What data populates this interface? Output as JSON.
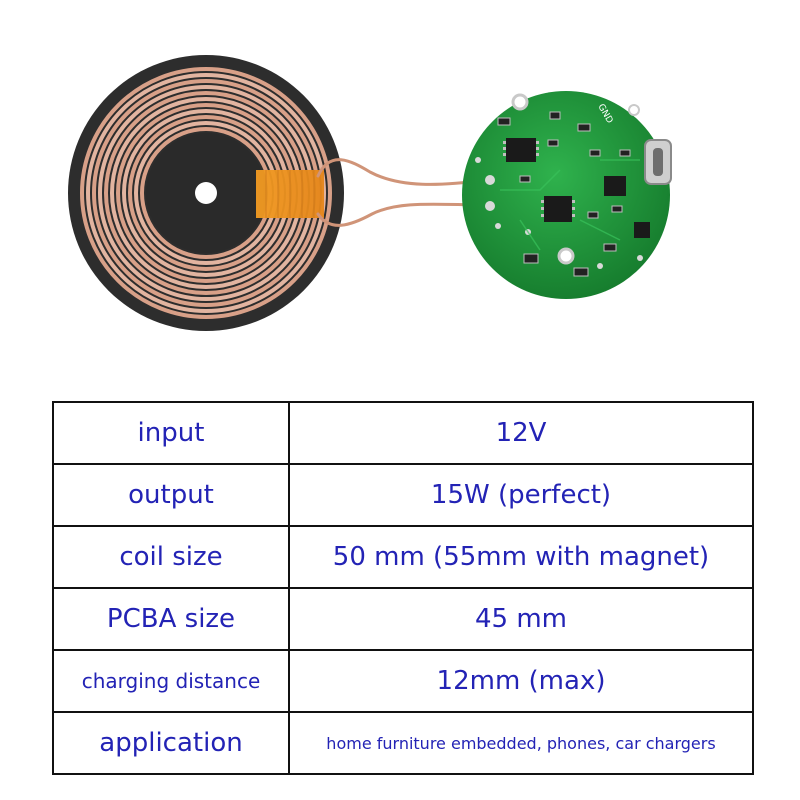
{
  "product": {
    "pcb_labels": {
      "gnd": "GND"
    }
  },
  "specs": {
    "rows": [
      {
        "label": "input",
        "value": "12V"
      },
      {
        "label": "output",
        "value": "15W (perfect)"
      },
      {
        "label": "coil size",
        "value": "50 mm (55mm with magnet)"
      },
      {
        "label": "PCBA size",
        "value": "45 mm"
      },
      {
        "label": "charging distance",
        "value": "12mm (max)"
      },
      {
        "label": "application",
        "value": "home furniture embedded, phones, car chargers"
      }
    ]
  },
  "colors": {
    "text": "#2323b5",
    "pcb": "#1f9a3c",
    "copper": "#d9a48a",
    "coil_backing": "#2f2f2f",
    "border": "#111111"
  }
}
